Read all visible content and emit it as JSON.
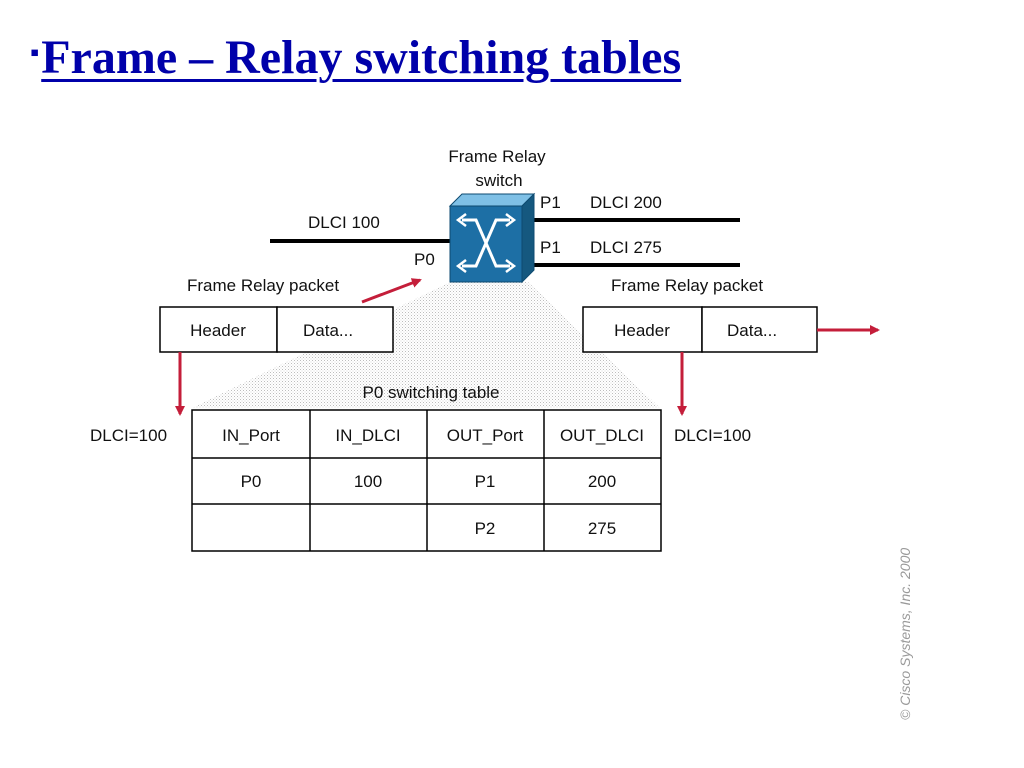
{
  "slide": {
    "bullet": "▪",
    "title": "Frame – Relay switching tables"
  },
  "diagram": {
    "switch_label_line1": "Frame Relay",
    "switch_label_line2": "switch",
    "left_link_label": "DLCI 100",
    "left_port": "P0",
    "right_links": [
      {
        "port": "P1",
        "dlci": "DLCI 200"
      },
      {
        "port": "P1",
        "dlci": "DLCI 275"
      }
    ],
    "left_packet": {
      "caption": "Frame Relay packet",
      "header": "Header",
      "data": "Data..."
    },
    "right_packet": {
      "caption": "Frame Relay packet",
      "header": "Header",
      "data": "Data..."
    },
    "left_dlci_note": "DLCI=100",
    "right_dlci_note": "DLCI=100",
    "colors": {
      "arrow": "#c41e3a",
      "switch": "#1d6fa5",
      "lines": "#000000"
    }
  },
  "switching_table": {
    "title": "P0 switching table",
    "headers": [
      "IN_Port",
      "IN_DLCI",
      "OUT_Port",
      "OUT_DLCI"
    ],
    "rows": [
      [
        "P0",
        "100",
        "P1",
        "200"
      ],
      [
        "",
        "",
        "P2",
        "275"
      ]
    ]
  },
  "copyright": "© Cisco Systems, Inc. 2000"
}
